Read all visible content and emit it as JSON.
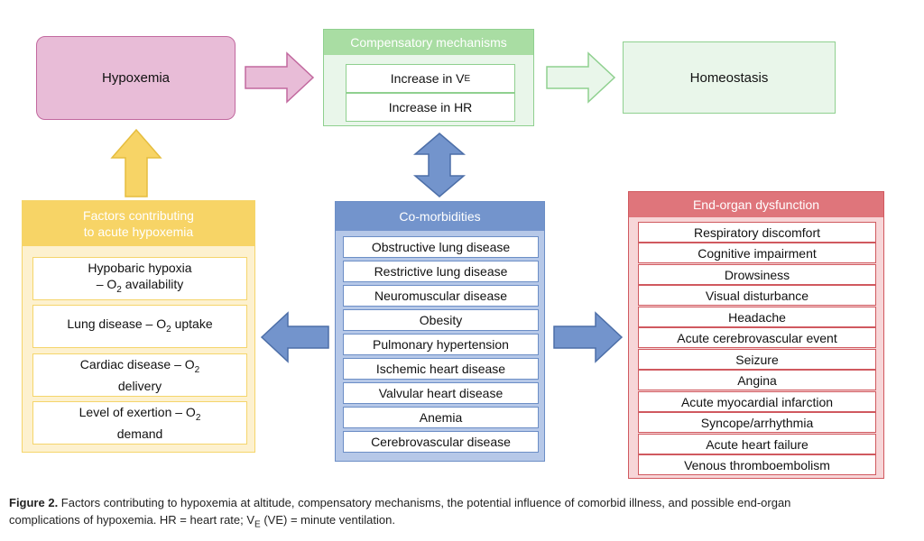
{
  "hypoxemia": {
    "label": "Hypoxemia"
  },
  "compensatory": {
    "title": "Compensatory mechanisms",
    "items": [
      {
        "text": "Increase in V",
        "sub": "E"
      },
      {
        "text": "Increase in HR"
      }
    ]
  },
  "homeostasis": {
    "label": "Homeostasis"
  },
  "factors": {
    "title_line1": "Factors contributing",
    "title_line2": "to acute hypoxemia",
    "items": [
      {
        "line1": "Hypobaric hypoxia",
        "line2_pre": "– O",
        "line2_sub": "2",
        "line2_post": " availability"
      },
      {
        "line1_pre": "Lung disease – O",
        "line1_sub": "2",
        "line1_post": " uptake"
      },
      {
        "line1_pre": "Cardiac disease – O",
        "line1_sub": "2",
        "line2": "delivery"
      },
      {
        "line1_pre": "Level of exertion – O",
        "line1_sub": "2",
        "line2": "demand"
      }
    ]
  },
  "comorbidities": {
    "title": "Co-morbidities",
    "items": [
      "Obstructive lung disease",
      "Restrictive lung disease",
      "Neuromuscular disease",
      "Obesity",
      "Pulmonary hypertension",
      "Ischemic heart disease",
      "Valvular heart disease",
      "Anemia",
      "Cerebrovascular disease"
    ]
  },
  "end_organ": {
    "title": "End-organ dysfunction",
    "items": [
      "Respiratory discomfort",
      "Cognitive impairment",
      "Drowsiness",
      "Visual disturbance",
      "Headache",
      "Acute cerebrovascular event",
      "Seizure",
      "Angina",
      "Acute myocardial infarction",
      "Syncope/arrhythmia",
      "Acute heart failure",
      "Venous thromboembolism"
    ]
  },
  "caption": {
    "label": "Figure 2.",
    "text1": " Factors contributing to hypoxemia at altitude, compensatory mechanisms, the potential influence of comorbid illness, and possible end-organ",
    "text2_pre": "complications of hypoxemia. HR = heart rate; V",
    "text2_sub": "E",
    "text2_mid": " (VE) = minute ventilation."
  },
  "colors": {
    "pink": "#e8bcd7",
    "green": "#a9dda3",
    "yellow": "#f7d466",
    "blue": "#7394cc",
    "red": "#df757b"
  }
}
